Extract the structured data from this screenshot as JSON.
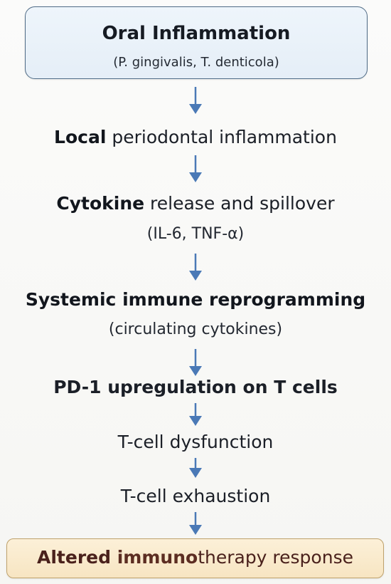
{
  "top": {
    "title": "Oral Inflammation",
    "subtitle": "(P. gingivalis, T. denticola)"
  },
  "steps": [
    {
      "bold": "Local",
      "rest": " periodontal inflammation"
    },
    {
      "bold": "Cytokine",
      "rest": " release and spillover",
      "sub": "(IL-6, TNF-α)"
    },
    {
      "bold": "Systemic immune reprogramming",
      "rest": "",
      "sub": "(circulating cytokines)"
    },
    {
      "bold": "",
      "rest": "PD-1 upregulation on T cells"
    },
    {
      "bold": "",
      "rest": "T-cell dysfunction"
    },
    {
      "bold": "",
      "rest": "T-cell exhaustion"
    }
  ],
  "bottom": {
    "part1": "Altered ",
    "part2": "immuno",
    "part3": "therapy response"
  },
  "colors": {
    "arrow": "#4a79b6",
    "top_box_border": "#4f6b86",
    "top_box_fill": "#e9f1f9",
    "bottom_box_fill": "#f8e7c6",
    "bottom_text": "#4a211c"
  }
}
